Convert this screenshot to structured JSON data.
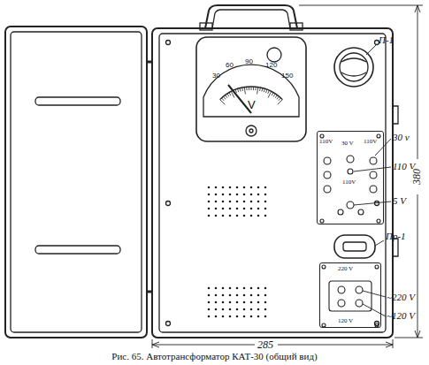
{
  "diagram": {
    "caption": "Рис. 65. Автотрансформатор КАТ-30 (общий вид)",
    "nodes": [
      {
        "text": [
          "V"
        ]
      },
      {
        "text": [
          "110V",
          "30 V",
          "110V",
          "110V"
        ]
      },
      {
        "text": [
          "220 V",
          "120 V"
        ]
      }
    ],
    "labels": [
      "30",
      "60",
      "90",
      "120",
      "150",
      "П-1",
      "30 v",
      "110 V",
      "5 V",
      "Пр-1",
      "~220 V",
      "~120 V",
      "380",
      "285"
    ]
  }
}
